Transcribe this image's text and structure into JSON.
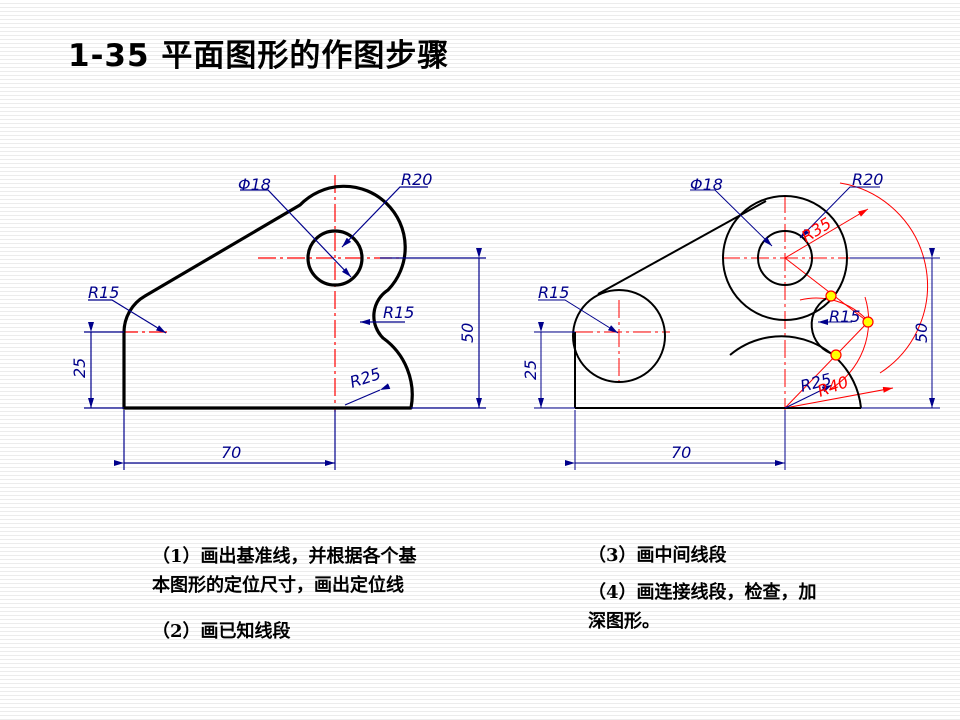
{
  "title": "1-35  平面图形的作图步骤",
  "left_drawing": {
    "labels": {
      "dia": "Φ18",
      "r20": "R20",
      "r15_top": "R15",
      "r15_right": "R15",
      "r25": "R25",
      "d25": "25",
      "d50": "50",
      "d70": "70"
    }
  },
  "right_drawing": {
    "labels": {
      "dia": "Φ18",
      "r20": "R20",
      "r35": "R35",
      "r15_left": "R15",
      "r15_right": "R15",
      "r25": "R25",
      "r40": "R40",
      "d25": "25",
      "d50": "50",
      "d70": "70"
    }
  },
  "steps": {
    "s1_line1": "（1）画出基准线，并根据各个基",
    "s1_line2": "本图形的定位尺寸，画出定位线",
    "s2": "（2）画已知线段",
    "s3": "（3）画中间线段",
    "s4_line1": "（4）画连接线段，检查，加",
    "s4_line2": "深图形。"
  },
  "colors": {
    "outline": "#000000",
    "dimension": "#00008b",
    "centerline": "#ff0000",
    "construction": "#ff0000",
    "tangent_point": "#ffff00"
  }
}
